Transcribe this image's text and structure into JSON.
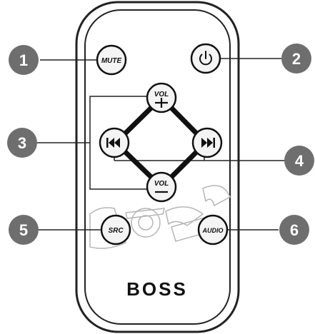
{
  "remote": {
    "brand_logo": "BOSS",
    "buttons": {
      "mute": "MUTE",
      "power_icon": "power-icon",
      "vol_up": "VOL",
      "vol_down": "VOL",
      "prev_icon": "skip-back-icon",
      "next_icon": "skip-forward-icon",
      "src": "SRC",
      "audio": "AUDIO"
    }
  },
  "callouts": [
    "1",
    "2",
    "3",
    "4",
    "5",
    "6"
  ],
  "colors": {
    "callout_fill": "#6e6e6e",
    "remote_outline": "#222222",
    "button_fill": "#f4f4f4"
  }
}
